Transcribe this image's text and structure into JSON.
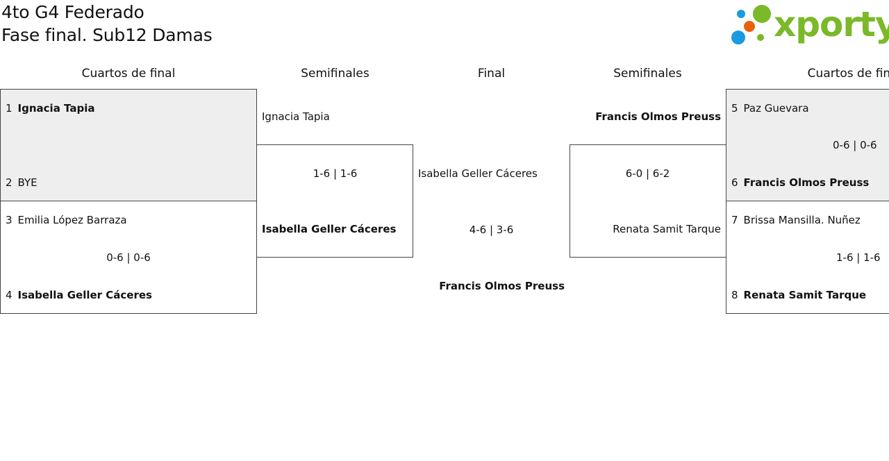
{
  "header": {
    "title_line1": "4to G4 Federado",
    "title_line2": "Fase final. Sub12 Damas",
    "logo_text": "xporty",
    "logo_colors": {
      "green": "#7ab929",
      "blue": "#1a9be0",
      "orange": "#e8630e"
    }
  },
  "rounds": {
    "left_qf": "Cuartos de final",
    "left_sf": "Semifinales",
    "final": "Final",
    "right_sf": "Semifinales",
    "right_qf": "Cuartos de final"
  },
  "quarterfinals": [
    {
      "seed1": "1",
      "player1": "Ignacia Tapia",
      "seed2": "2",
      "player2": "BYE",
      "score": ""
    },
    {
      "seed1": "3",
      "player1": "Emilia López Barraza",
      "seed2": "4",
      "player2": "Isabella Geller Cáceres",
      "score": "0-6 | 0-6"
    },
    {
      "seed1": "5",
      "player1": "Paz Guevara",
      "seed2": "6",
      "player2": "Francis Olmos Preuss",
      "score": "0-6 | 0-6"
    },
    {
      "seed1": "7",
      "player1": "Brissa Mansilla. Nuñez",
      "seed2": "8",
      "player2": "Renata Samit Tarque",
      "score": "1-6 | 1-6"
    }
  ],
  "semifinals": [
    {
      "player1": "Ignacia Tapia",
      "player2": "Isabella Geller Cáceres",
      "score": "1-6 | 1-6"
    },
    {
      "player1": "Francis Olmos Preuss",
      "player2": "Renata Samit Tarque",
      "score": "6-0 | 6-2"
    }
  ],
  "final": {
    "player1": "Isabella Geller Cáceres",
    "player2": "Francis Olmos Preuss",
    "score": "4-6 | 3-6"
  }
}
